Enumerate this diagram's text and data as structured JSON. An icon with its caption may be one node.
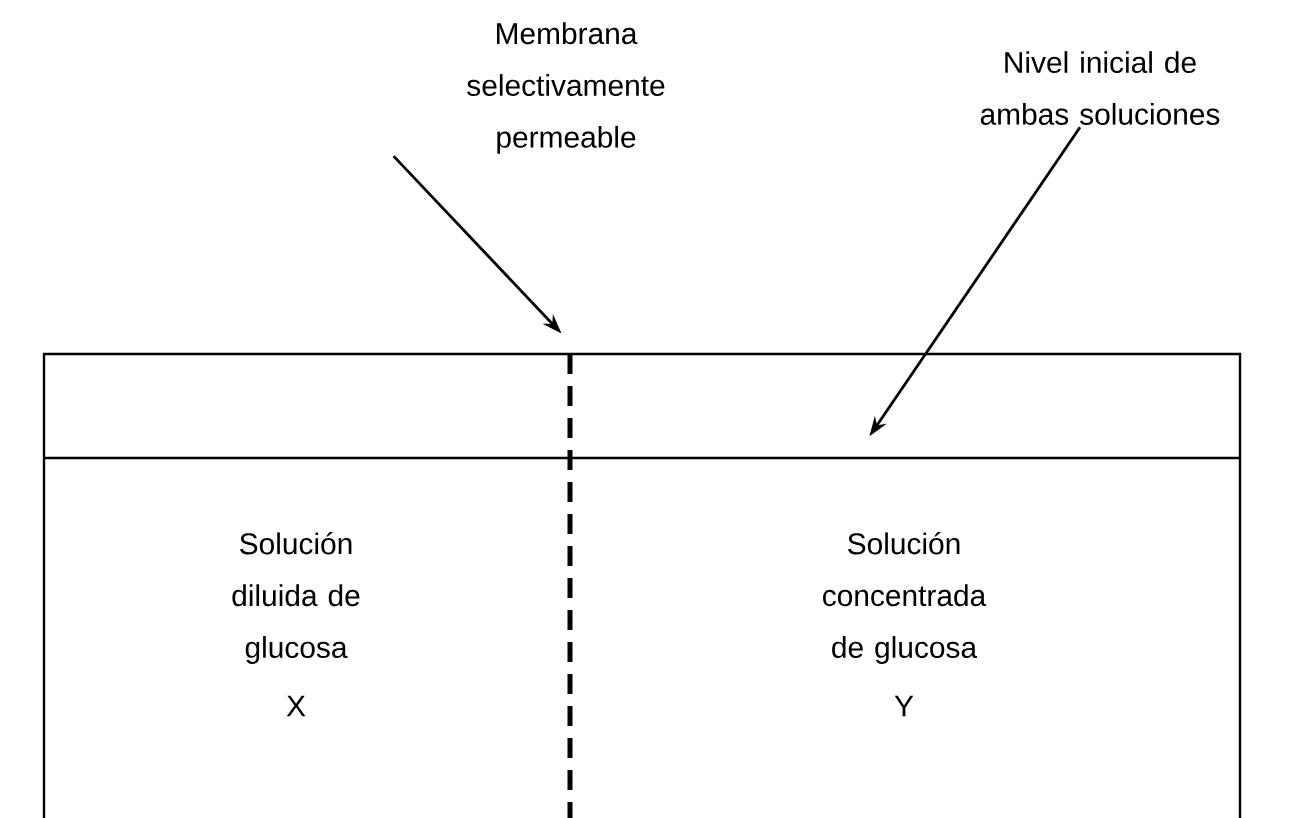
{
  "diagram": {
    "nodes": [
      {
        "text": [
          "Membrana selectivamente permeable"
        ]
      },
      {
        "text": [
          "Nivel inicial de ambas soluciones"
        ]
      },
      {
        "text": [],
        "shape": "line"
      },
      {
        "text": [],
        "shape": "line"
      }
    ],
    "edges": [
      {
        "from": 0,
        "to": 2,
        "arrow": "to"
      },
      {
        "from": 1,
        "to": 3,
        "arrow": "to"
      }
    ],
    "labels": [
      "Solución diluida de glucosa",
      "X",
      "Solución concentrada de glucosa",
      "Y"
    ]
  }
}
